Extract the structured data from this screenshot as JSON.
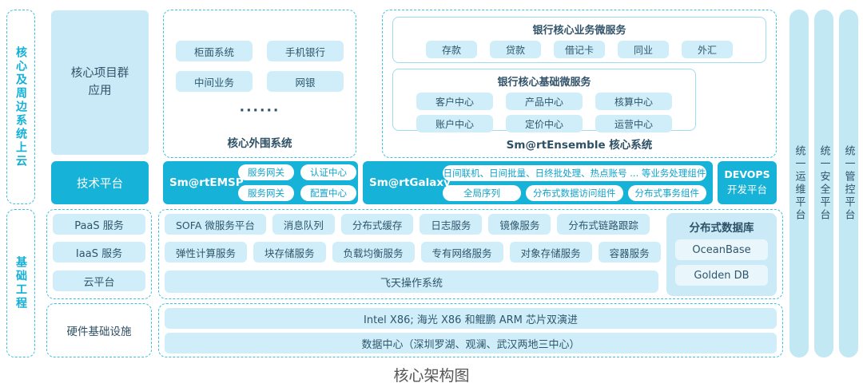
{
  "title": "核心架构图",
  "sections": {
    "cloud_label": "核心及周边系统上云",
    "infra_label": "基础工程"
  },
  "side": {
    "core_apps": "核心项目群应用",
    "tech_platform": "技术平台",
    "paas": "PaaS 服务",
    "iaas": "IaaS 服务",
    "cloud_platform": "云平台",
    "hardware": "硬件基础设施"
  },
  "peripheral": {
    "label": "核心外围系统",
    "items": [
      "柜面系统",
      "手机银行",
      "中间业务",
      "网银"
    ],
    "ellipsis": "······"
  },
  "ensemble": {
    "label": "Sm@rtEnsemble 核心系统",
    "business": {
      "title": "银行核心业务微服务",
      "items": [
        "存款",
        "贷款",
        "借记卡",
        "同业",
        "外汇"
      ]
    },
    "base": {
      "title": "银行核心基础微服务",
      "items": [
        "客户中心",
        "产品中心",
        "核算中心",
        "账户中心",
        "定价中心",
        "运营中心"
      ]
    }
  },
  "tech": {
    "emsp_label": "Sm@rtEMSP",
    "emsp_items": [
      "服务网关",
      "认证中心",
      "服务网关",
      "配置中心"
    ],
    "galaxy_label": "Sm@rtGalaxy",
    "galaxy_wide": "日间联机、日间批量、日终批处理、热点账号 ... 等业务处理组件",
    "galaxy_items": [
      "全局序列",
      "分布式数据访问组件",
      "分布式事务组件"
    ],
    "devops_line1": "DEVOPS",
    "devops_line2": "开发平台"
  },
  "paas_items": [
    "SOFA 微服务平台",
    "消息队列",
    "分布式缓存",
    "日志服务",
    "镜像服务",
    "分布式链路跟踪"
  ],
  "iaas_items": [
    "弹性计算服务",
    "块存储服务",
    "负载均衡服务",
    "专有网络服务",
    "对象存储服务",
    "容器服务"
  ],
  "cloud_os": "飞天操作系统",
  "database": {
    "title": "分布式数据库",
    "items": [
      "OceanBase",
      "Golden DB"
    ]
  },
  "hardware_bars": [
    "Intel X86; 海光 X86 和鲲鹏 ARM 芯片双演进",
    "数据中心（深圳罗湖、观澜、武汉两地三中心）"
  ],
  "right_platforms": [
    "统一运维平台",
    "统一安全平台",
    "统一管控平台"
  ],
  "colors": {
    "accent": "#17b2d7",
    "light_pill": "#cfeef9",
    "panel": "#c9eaf6",
    "text_dark": "#2f5166"
  }
}
